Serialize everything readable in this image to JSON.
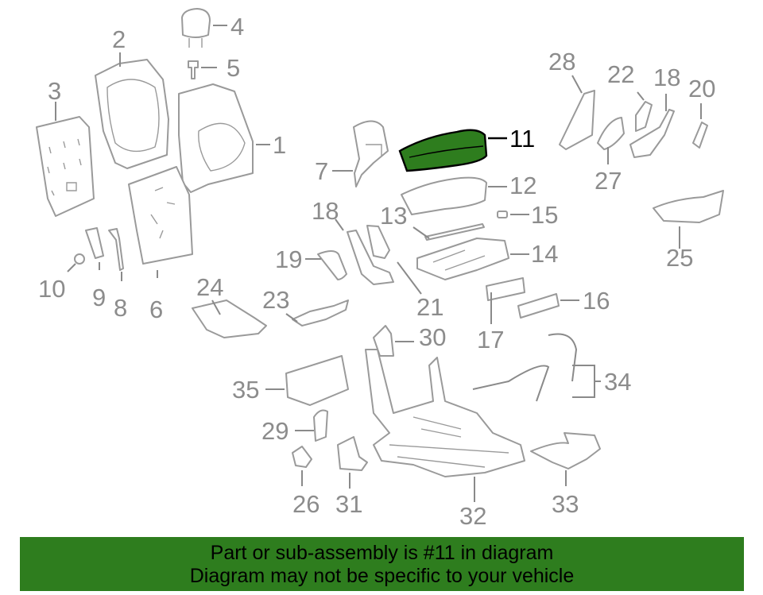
{
  "diagram": {
    "highlighted_part": "11",
    "callouts": [
      "1",
      "2",
      "3",
      "4",
      "5",
      "6",
      "7",
      "8",
      "9",
      "10",
      "11",
      "12",
      "13",
      "14",
      "15",
      "16",
      "17",
      "18",
      "18",
      "19",
      "20",
      "21",
      "22",
      "23",
      "24",
      "25",
      "26",
      "27",
      "28",
      "29",
      "30",
      "31",
      "32",
      "33",
      "34",
      "35"
    ],
    "colors": {
      "highlight": "#2e7d1e",
      "line": "#9a9a9a",
      "label": "#8c8c8c"
    }
  },
  "banner": {
    "line1": "Part or sub-assembly is #11 in diagram",
    "line2": "Diagram may not be specific to your vehicle"
  }
}
